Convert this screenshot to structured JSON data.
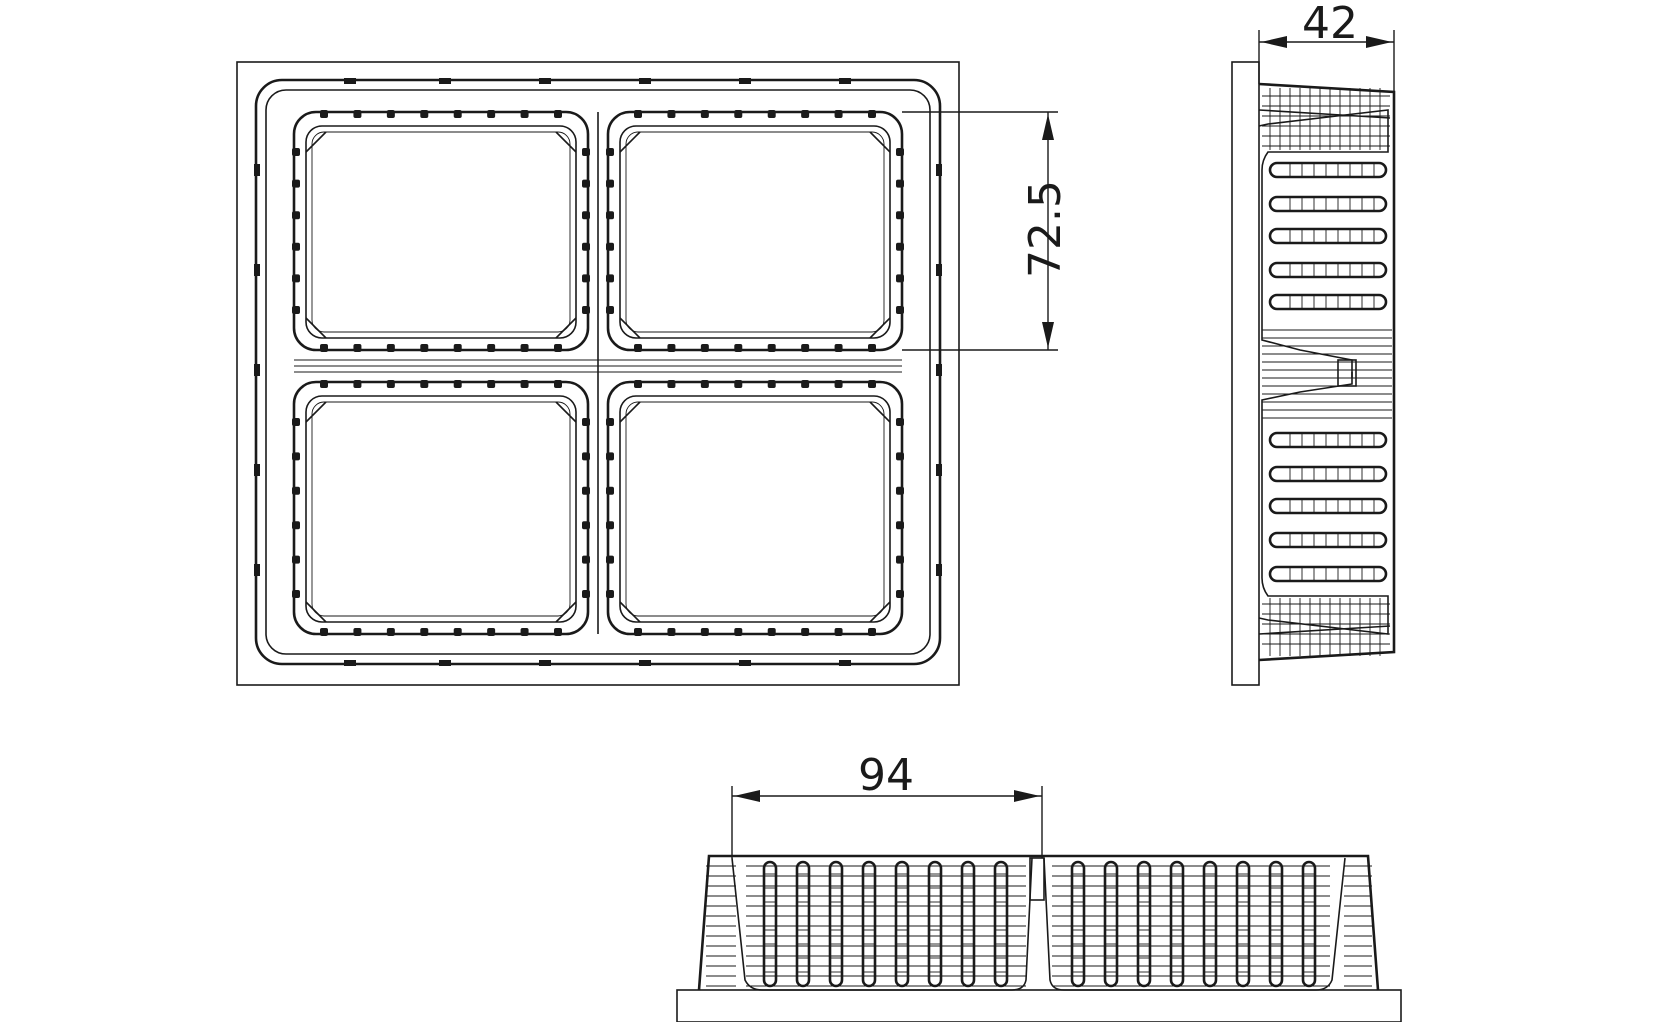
{
  "drawing": {
    "views": [
      "top-view",
      "side-view",
      "front-view"
    ],
    "dimensions": {
      "compartment_height": "72.5",
      "depth": "42",
      "compartment_width": "94"
    },
    "colors": {
      "line": "#1a1a1a",
      "background": "#ffffff"
    }
  }
}
